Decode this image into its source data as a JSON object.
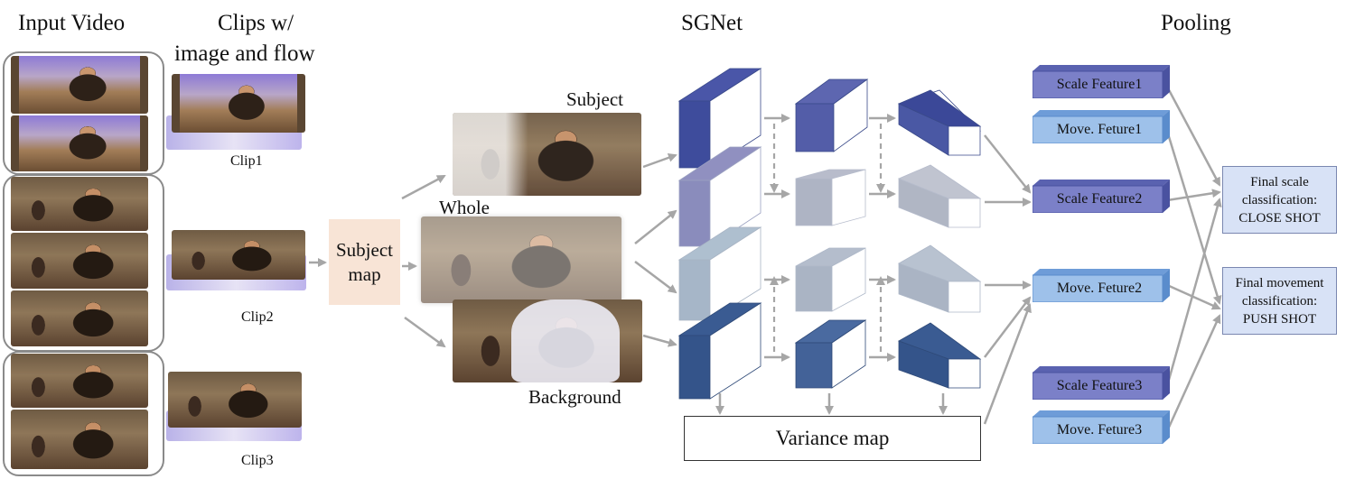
{
  "headings": {
    "input_video": "Input Video",
    "clips_line1": "Clips w/",
    "clips_line2": "image and flow",
    "sgnet": "SGNet",
    "pooling": "Pooling"
  },
  "clips": [
    "Clip1",
    "Clip2",
    "Clip3"
  ],
  "subject_map": {
    "line1": "Subject",
    "line2": "map"
  },
  "streams": {
    "subject": "Subject",
    "whole": "Whole",
    "background": "Background"
  },
  "variance_map": "Variance map",
  "features": {
    "scale1": "Scale Feature1",
    "move1": "Move. Feture1",
    "scale2": "Scale Feature2",
    "move2": "Move. Feture2",
    "scale3": "Scale Feature3",
    "move3": "Move. Feture3"
  },
  "final_scale": {
    "line1": "Final scale",
    "line2": "classification:",
    "line3": "CLOSE SHOT"
  },
  "final_movement": {
    "line1": "Final movement",
    "line2": "classification:",
    "line3": "PUSH SHOT"
  },
  "colors": {
    "scale_feature": "#7b80c8",
    "move_feature": "#9ec1ea",
    "arrow": "#a6a6a6",
    "subject_map_bg": "#f8e4d6",
    "final_box": "#d8e2f6"
  }
}
